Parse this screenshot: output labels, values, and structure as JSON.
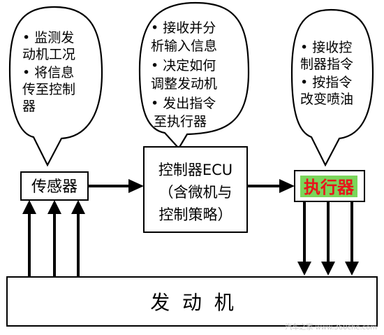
{
  "bubbles": {
    "sensor": [
      "• 监测发",
      "动机工况",
      "•  将信息",
      "传至控制",
      "器"
    ],
    "ecu": [
      "•  接收并分",
      "析输入信息",
      "•  决定如何",
      "调整发动机",
      "•  发出指令",
      "至执行器"
    ],
    "actuator": [
      "• 接收控",
      "制器指令",
      "• 按指令",
      "改变喷油"
    ]
  },
  "boxes": {
    "sensor": "传感器",
    "ecu_line1": "控制器ECU",
    "ecu_line2": "（含微机与",
    "ecu_line3": "控制策略）",
    "actuator": "执行器",
    "engine": "发  动  机"
  },
  "colors": {
    "actuator_bg": "#7ad65a",
    "actuator_text": "#e8141b"
  },
  "watermark": "汽车之家 www.360che.com"
}
